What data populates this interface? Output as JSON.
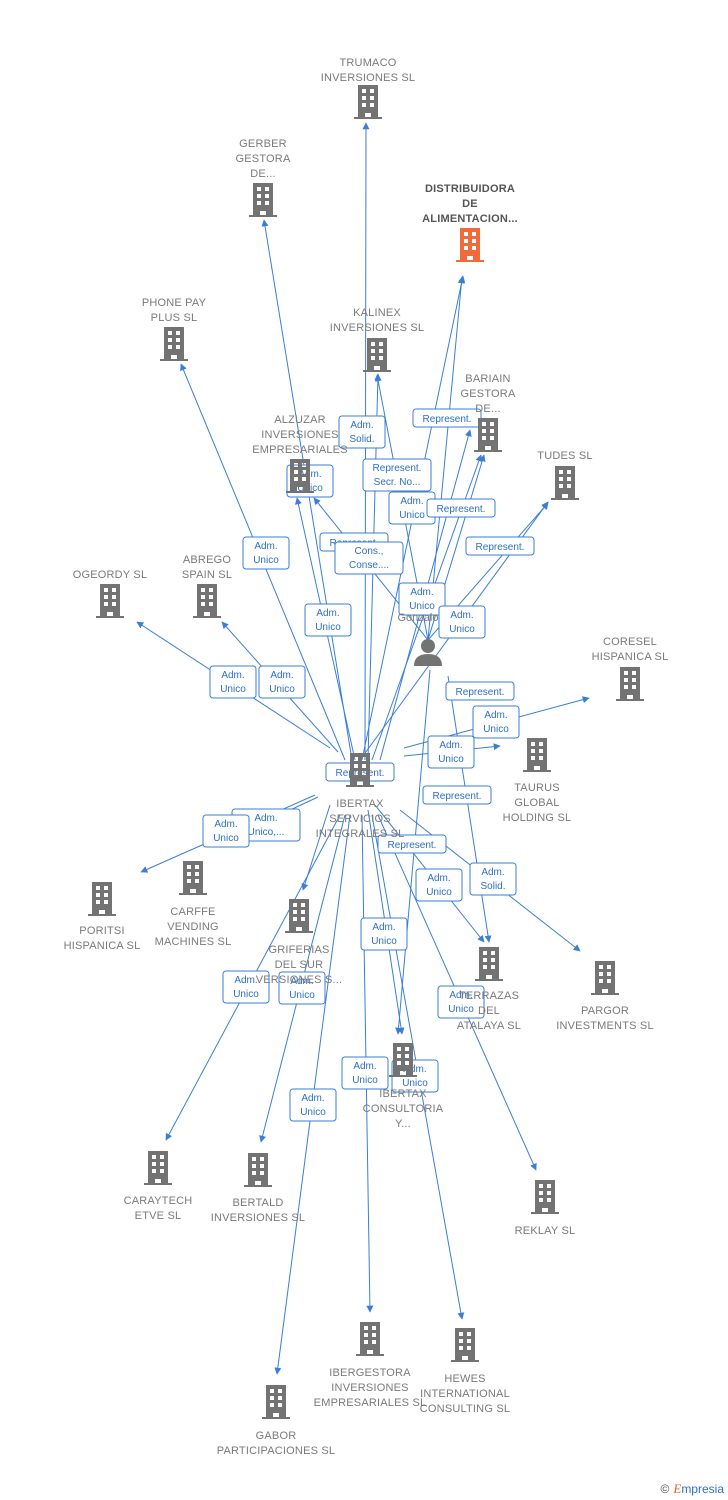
{
  "colors": {
    "edge": "#3a7fd5",
    "building": "#737373",
    "highlight": "#f26a3a",
    "person": "#737373"
  },
  "icons": {
    "company": "building-icon",
    "person": "person-icon"
  },
  "footer": {
    "copyright": "©",
    "brand_initial": "E",
    "brand_rest": "mpresia"
  },
  "nodes": [
    {
      "id": "trumaco",
      "lines": [
        "TRUMACO",
        "INVERSIONES SL"
      ]
    },
    {
      "id": "gerber",
      "lines": [
        "GERBER",
        "GESTORA",
        "DE..."
      ]
    },
    {
      "id": "distribuidora",
      "lines": [
        "DISTRIBUIDORA",
        "DE",
        "ALIMENTACION..."
      ],
      "highlight": true
    },
    {
      "id": "phonepay",
      "lines": [
        "PHONE PAY",
        "PLUS SL"
      ]
    },
    {
      "id": "kalinex",
      "lines": [
        "KALINEX",
        "INVERSIONES SL"
      ]
    },
    {
      "id": "bariain",
      "lines": [
        "BARIAIN",
        "GESTORA",
        "DE..."
      ]
    },
    {
      "id": "alzuzar",
      "lines": [
        "ALZUZAR",
        "INVERSIONES",
        "EMPRESARIALES"
      ]
    },
    {
      "id": "tudes",
      "lines": [
        "TUDES SL"
      ]
    },
    {
      "id": "ogeordy",
      "lines": [
        "OGEORDY SL"
      ]
    },
    {
      "id": "abrego",
      "lines": [
        "ABREGO",
        "SPAIN SL"
      ]
    },
    {
      "id": "coresel",
      "lines": [
        "CORESEL",
        "HISPANICA SL"
      ]
    },
    {
      "id": "taurus",
      "lines": [
        "TAURUS",
        "GLOBAL",
        "HOLDING SL"
      ]
    },
    {
      "id": "ibertax",
      "lines": [
        "IBERTAX",
        "SERVICIOS",
        "INTEGRALES SL"
      ]
    },
    {
      "id": "poritsi",
      "lines": [
        "PORITSI",
        "HISPANICA SL"
      ]
    },
    {
      "id": "carffe",
      "lines": [
        "CARFFE",
        "VENDING",
        "MACHINES SL"
      ]
    },
    {
      "id": "griferias",
      "lines": [
        "GRIFERIAS",
        "DEL SUR",
        "VERSIONES S..."
      ]
    },
    {
      "id": "terrazas",
      "lines": [
        "TERRAZAS",
        "DEL",
        "ATALAYA SL"
      ]
    },
    {
      "id": "pargor",
      "lines": [
        "PARGOR",
        "INVESTMENTS SL"
      ]
    },
    {
      "id": "consultoria",
      "lines": [
        "IBERTAX",
        "CONSULTORIA",
        "Y..."
      ]
    },
    {
      "id": "caraytech",
      "lines": [
        "CARAYTECH",
        "ETVE SL"
      ]
    },
    {
      "id": "bertald",
      "lines": [
        "BERTALD",
        "INVERSIONES SL"
      ]
    },
    {
      "id": "reklay",
      "lines": [
        "REKLAY SL"
      ]
    },
    {
      "id": "ibergestora",
      "lines": [
        "IBERGESTORA",
        "INVERSIONES",
        "EMPRESARIALES SL"
      ]
    },
    {
      "id": "hewes",
      "lines": [
        "HEWES",
        "INTERNATIONAL",
        "CONSULTING SL"
      ]
    },
    {
      "id": "gabor",
      "lines": [
        "GABOR",
        "PARTICIPACIONES SL"
      ]
    }
  ],
  "person": {
    "label": "Gonzalo"
  },
  "tags": [
    [
      "Adm.",
      "Solid."
    ],
    [
      "Represent."
    ],
    [
      "Represent.",
      "Secr. No..."
    ],
    [
      "Adm.",
      "Unico"
    ],
    [
      "Represent."
    ],
    [
      "Adm.",
      "Unico"
    ],
    [
      "Represent."
    ],
    [
      "Represent."
    ],
    [
      "Cons.,",
      "Conse...."
    ],
    [
      "Adm.",
      "Unico"
    ],
    [
      "Adm.",
      "Unico"
    ],
    [
      "Adm.",
      "Unico"
    ],
    [
      "Adm.",
      "Unico"
    ],
    [
      "Adm.",
      "Unico"
    ],
    [
      "Adm.",
      "Unico"
    ],
    [
      "Represent."
    ],
    [
      "Adm.",
      "Unico"
    ],
    [
      "Adm.",
      "Unico"
    ],
    [
      "Represent."
    ],
    [
      "Represent."
    ],
    [
      "Represent."
    ],
    [
      "Adm.",
      "Unico,..."
    ],
    [
      "Adm.",
      "Unico"
    ],
    [
      "Adm.",
      "Unico"
    ],
    [
      "Adm.",
      "Solid."
    ],
    [
      "Adm.",
      "Unico"
    ],
    [
      "Adm.",
      "Unico"
    ],
    [
      "Adm.",
      "Unico"
    ],
    [
      "Adm.",
      "Unico"
    ],
    [
      "Adm.",
      "Unico"
    ],
    [
      "Adm.",
      "Unico"
    ],
    [
      "Adm.",
      "Unico"
    ]
  ]
}
